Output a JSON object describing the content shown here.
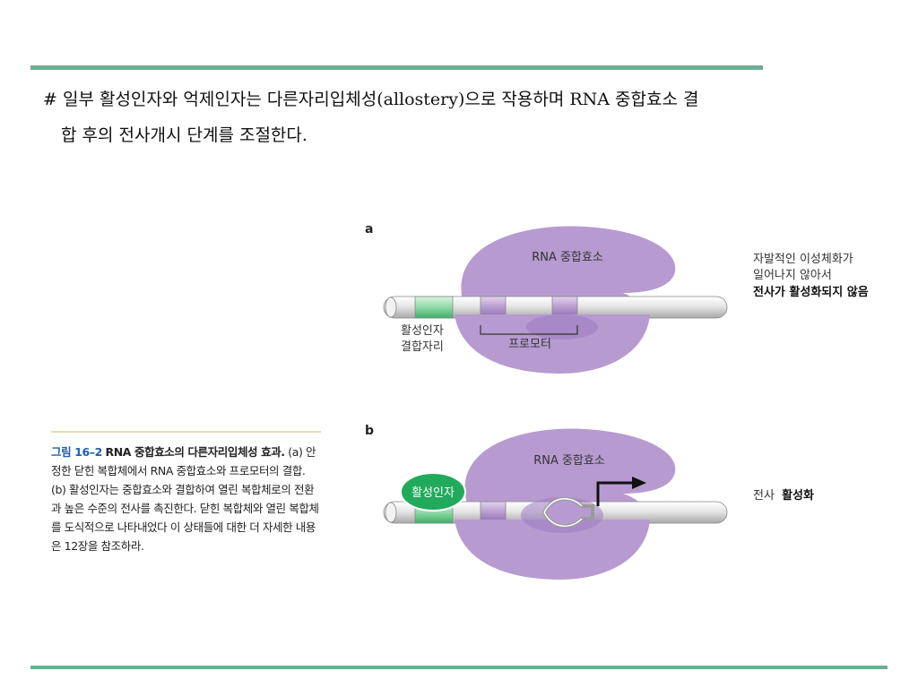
{
  "heading": {
    "line1": "# 일부 활성인자와 억제인자는 다른자리입체성(allostery)으로 작용하며 RNA 중합효소 결",
    "line2": "합 후의 전사개시 단계를 조절한다."
  },
  "caption": {
    "figure_no": "그림 16–2",
    "title": "RNA 중합효소의 다른자리입체성 효과.",
    "body": "(a) 안정한 닫힌 복합체에서 RNA 중합효소와 프로모터의 결합. (b) 활성인자는 중합효소와 결합하여 열린 복합체로의 전환과 높은 수준의 전사를 촉진한다. 닫힌 복합체와 열린 복합체를 도식적으로 나타내었다 이 상태들에 대한 더 자세한 내용은 12장을 참조하라."
  },
  "panel_a": {
    "letter": "a",
    "enzyme_label": "RNA 중합효소",
    "site_label_line1": "활성인자",
    "site_label_line2": "결합자리",
    "promoter_label": "프로모터",
    "result_line1": "자발적인 이성체화가",
    "result_line2": "일어나지 않아서",
    "result_line3": "전사가 활성화되지 않음"
  },
  "panel_b": {
    "letter": "b",
    "enzyme_label": "RNA 중합효소",
    "activator_label": "활성인자",
    "result_plain": "전사",
    "result_bold": "활성화"
  },
  "colors": {
    "accent_rule": "#6fae94",
    "caption_rule": "#e6d9ae",
    "polymerase": "#b79bd0",
    "activator": "#22aa5c",
    "binding_site": "#8fd9a7",
    "figure_number": "#1f5fa8"
  }
}
